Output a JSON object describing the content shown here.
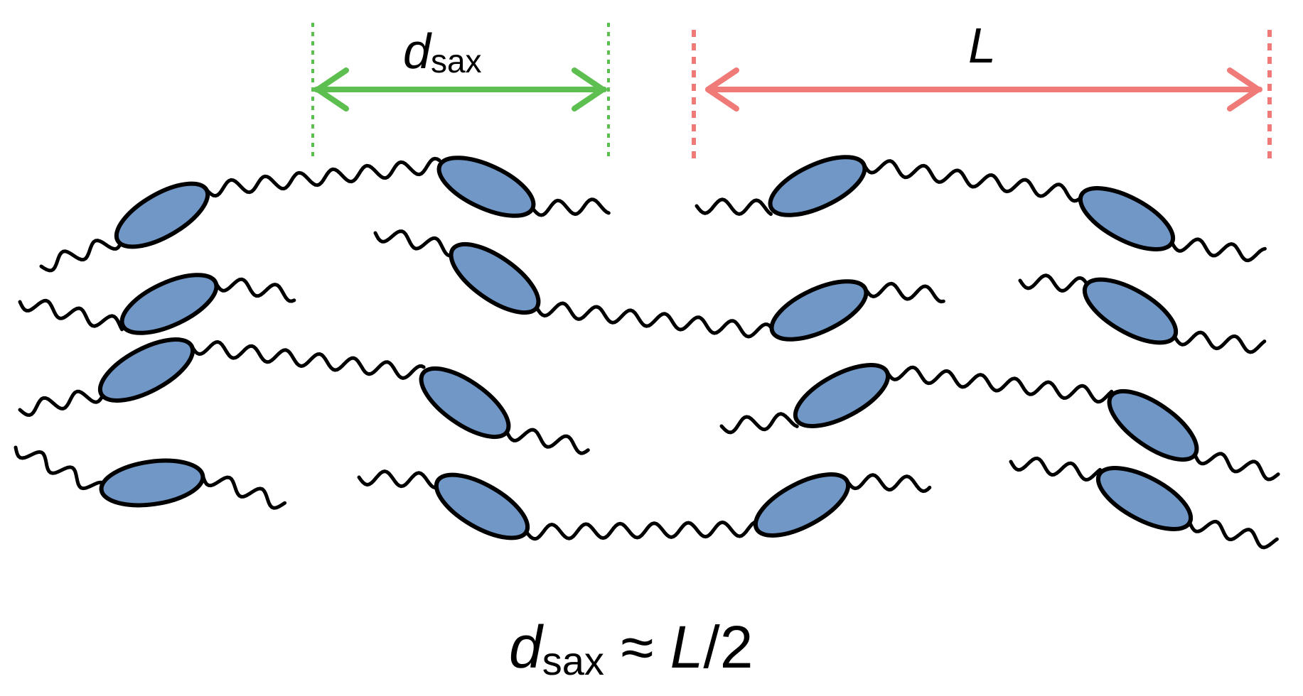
{
  "colors": {
    "mesogen_fill": "#7197c6",
    "chain_stroke": "#000000",
    "dsax_arrow": "#5cbf4f",
    "L_arrow": "#f07a78",
    "background": "#ffffff"
  },
  "labels": {
    "dsax_symbol": "d",
    "dsax_subscript": "sax",
    "L_symbol": "L",
    "equation_symbol": "d",
    "equation_subscript": "sax",
    "equation_relation": " ≈ ",
    "equation_L": "L",
    "equation_tail": "/2"
  }
}
